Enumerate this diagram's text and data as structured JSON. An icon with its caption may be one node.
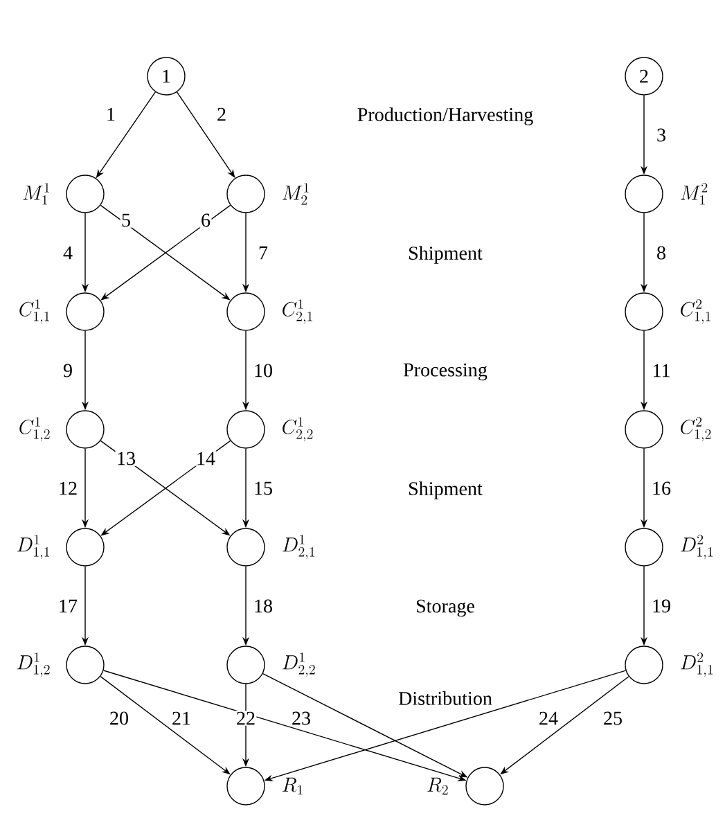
{
  "diagram": {
    "nodes": [
      {
        "text": [
          "1"
        ]
      },
      {
        "text": [
          "2"
        ]
      },
      {
        "text": [],
        "shape": "circle",
        "beside": [
          "M^1_1"
        ]
      },
      {
        "text": [],
        "shape": "circle",
        "beside": [
          "M^1_2"
        ]
      },
      {
        "text": [],
        "shape": "circle",
        "beside": [
          "M^2_1"
        ]
      },
      {
        "text": [],
        "shape": "circle",
        "beside": [
          "C^1_{1,1}"
        ]
      },
      {
        "text": [],
        "shape": "circle",
        "beside": [
          "C^1_{2,1}"
        ]
      },
      {
        "text": [],
        "shape": "circle",
        "beside": [
          "C^2_{1,1}"
        ]
      },
      {
        "text": [],
        "shape": "circle",
        "beside": [
          "C^1_{1,2}"
        ]
      },
      {
        "text": [],
        "shape": "circle",
        "beside": [
          "C^1_{2,2}"
        ]
      },
      {
        "text": [],
        "shape": "circle",
        "beside": [
          "C^2_{1,2}"
        ]
      },
      {
        "text": [],
        "shape": "circle",
        "beside": [
          "D^1_{1,1}"
        ]
      },
      {
        "text": [],
        "shape": "circle",
        "beside": [
          "D^1_{2,1}"
        ]
      },
      {
        "text": [],
        "shape": "circle",
        "beside": [
          "D^2_{1,1}"
        ]
      },
      {
        "text": [],
        "shape": "circle",
        "beside": [
          "D^1_{1,2}"
        ]
      },
      {
        "text": [],
        "shape": "circle",
        "beside": [
          "D^1_{2,2}"
        ]
      },
      {
        "text": [],
        "shape": "circle",
        "beside": [
          "D^2_{1,1}"
        ]
      },
      {
        "text": [],
        "shape": "circle",
        "beside": [
          "R_1"
        ]
      },
      {
        "text": [],
        "shape": "circle",
        "beside": [
          "R_2"
        ]
      }
    ],
    "edges": [
      {
        "from": 0,
        "to": 2,
        "arrow": "to",
        "label": "1"
      },
      {
        "from": 0,
        "to": 3,
        "arrow": "to",
        "label": "2"
      },
      {
        "from": 1,
        "to": 4,
        "arrow": "to",
        "label": "3"
      },
      {
        "from": 2,
        "to": 5,
        "arrow": "to",
        "label": "4"
      },
      {
        "from": 2,
        "to": 6,
        "arrow": "to",
        "label": "5"
      },
      {
        "from": 3,
        "to": 5,
        "arrow": "to",
        "label": "6"
      },
      {
        "from": 3,
        "to": 6,
        "arrow": "to",
        "label": "7"
      },
      {
        "from": 4,
        "to": 7,
        "arrow": "to",
        "label": "8"
      },
      {
        "from": 5,
        "to": 8,
        "arrow": "to",
        "label": "9"
      },
      {
        "from": 6,
        "to": 9,
        "arrow": "to",
        "label": "10"
      },
      {
        "from": 7,
        "to": 10,
        "arrow": "to",
        "label": "11"
      },
      {
        "from": 8,
        "to": 11,
        "arrow": "to",
        "label": "12"
      },
      {
        "from": 8,
        "to": 12,
        "arrow": "to",
        "label": "13"
      },
      {
        "from": 9,
        "to": 11,
        "arrow": "to",
        "label": "14"
      },
      {
        "from": 9,
        "to": 12,
        "arrow": "to",
        "label": "15"
      },
      {
        "from": 10,
        "to": 13,
        "arrow": "to",
        "label": "16"
      },
      {
        "from": 11,
        "to": 14,
        "arrow": "to",
        "label": "17"
      },
      {
        "from": 12,
        "to": 15,
        "arrow": "to",
        "label": "18"
      },
      {
        "from": 13,
        "to": 16,
        "arrow": "to",
        "label": "19"
      },
      {
        "from": 14,
        "to": 17,
        "arrow": "to",
        "label": "20"
      },
      {
        "from": 14,
        "to": 18,
        "arrow": "to",
        "label": "21"
      },
      {
        "from": 15,
        "to": 17,
        "arrow": "to",
        "label": "22"
      },
      {
        "from": 15,
        "to": 18,
        "arrow": "to",
        "label": "23"
      },
      {
        "from": 16,
        "to": 17,
        "arrow": "to",
        "label": "24"
      },
      {
        "from": 16,
        "to": 18,
        "arrow": "to",
        "label": "25"
      }
    ],
    "labels": [
      "Production/Harvesting",
      "Shipment",
      "Processing",
      "Shipment",
      "Storage",
      "Distribution"
    ]
  }
}
